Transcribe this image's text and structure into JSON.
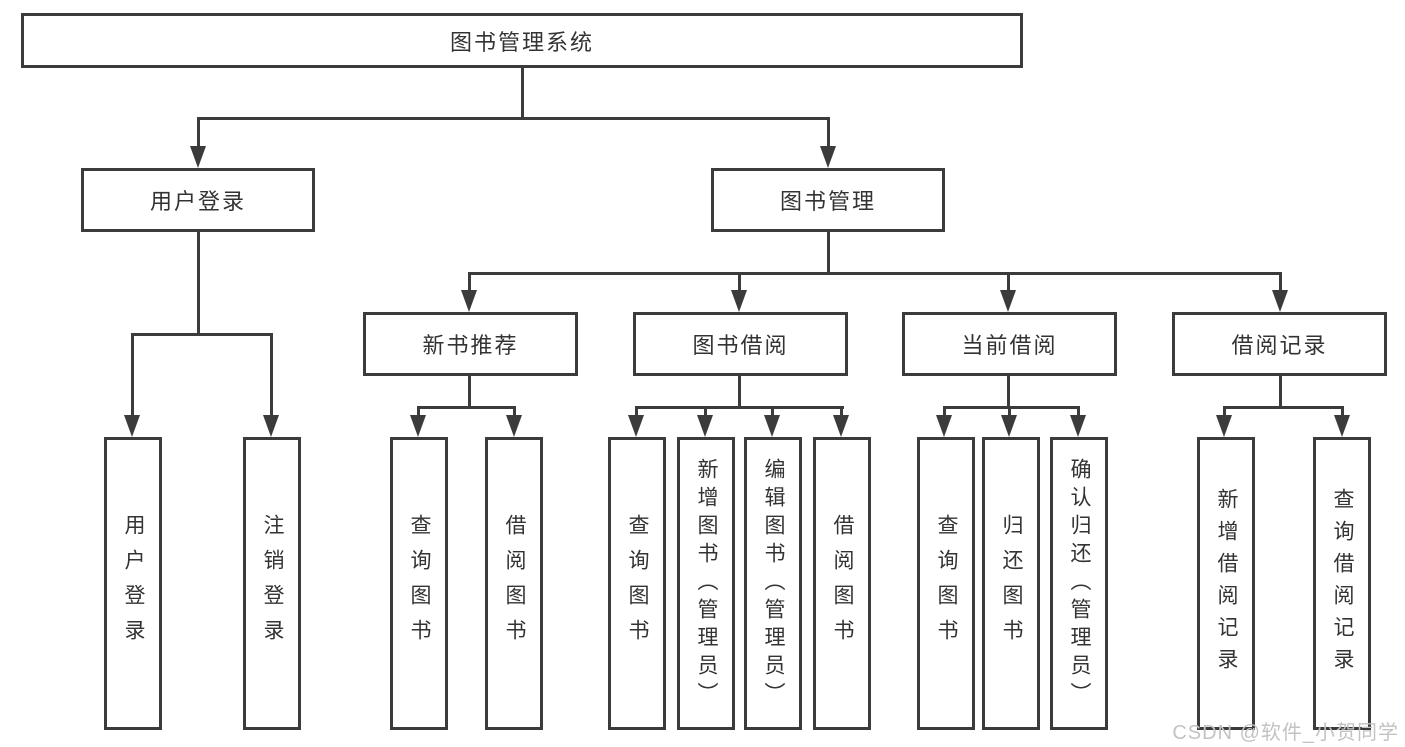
{
  "diagram": {
    "title": "图书管理系统",
    "colors": {
      "line": "#3b3b3b",
      "text": "#333333",
      "watermark": "#c3c3c3"
    },
    "root": {
      "label": "图书管理系统"
    },
    "level2": [
      {
        "label": "用户登录"
      },
      {
        "label": "图书管理"
      }
    ],
    "level3": [
      {
        "label": "新书推荐"
      },
      {
        "label": "图书借阅"
      },
      {
        "label": "当前借阅"
      },
      {
        "label": "借阅记录"
      }
    ],
    "leaves": [
      {
        "label": "用户登录",
        "parent": "用户登录"
      },
      {
        "label": "注销登录",
        "parent": "用户登录"
      },
      {
        "label": "查询图书",
        "parent": "新书推荐"
      },
      {
        "label": "借阅图书",
        "parent": "新书推荐"
      },
      {
        "label": "查询图书",
        "parent": "图书借阅"
      },
      {
        "label": "新增图书（管理员）",
        "parent": "图书借阅"
      },
      {
        "label": "编辑图书（管理员）",
        "parent": "图书借阅"
      },
      {
        "label": "借阅图书",
        "parent": "图书借阅"
      },
      {
        "label": "查询图书",
        "parent": "当前借阅"
      },
      {
        "label": "归还图书",
        "parent": "当前借阅"
      },
      {
        "label": "确认归还（管理员）",
        "parent": "当前借阅"
      },
      {
        "label": "新增借阅记录",
        "parent": "借阅记录"
      },
      {
        "label": "查询借阅记录",
        "parent": "借阅记录"
      }
    ]
  },
  "watermark": {
    "text": "CSDN @软件_小贺同学"
  }
}
